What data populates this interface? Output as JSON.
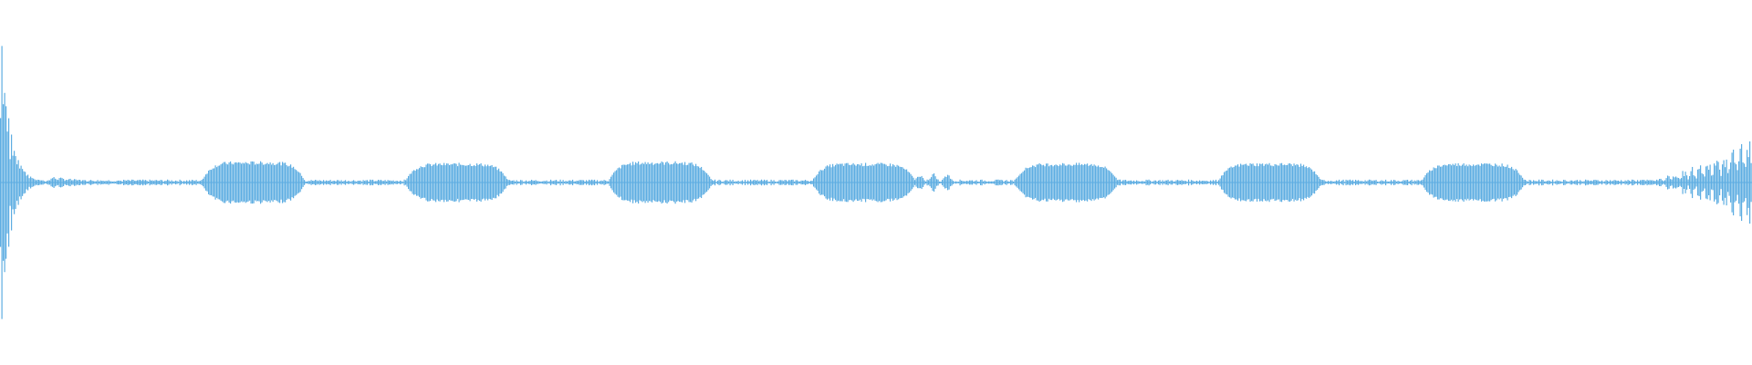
{
  "waveform": {
    "color": "#5DADE2",
    "background": "#FFFFFF",
    "burst_count": 7,
    "bursts": [
      {
        "amplitude": 0.13
      },
      {
        "amplitude": 0.12
      },
      {
        "amplitude": 0.13
      },
      {
        "amplitude": 0.12
      },
      {
        "amplitude": 0.12
      },
      {
        "amplitude": 0.12
      },
      {
        "amplitude": 0.12
      }
    ],
    "leading_transient": {
      "peak_amplitude": 0.98
    },
    "trailing_transient": {
      "peak_amplitude": 0.28
    },
    "baseline_noise_amplitude": 0.015
  }
}
